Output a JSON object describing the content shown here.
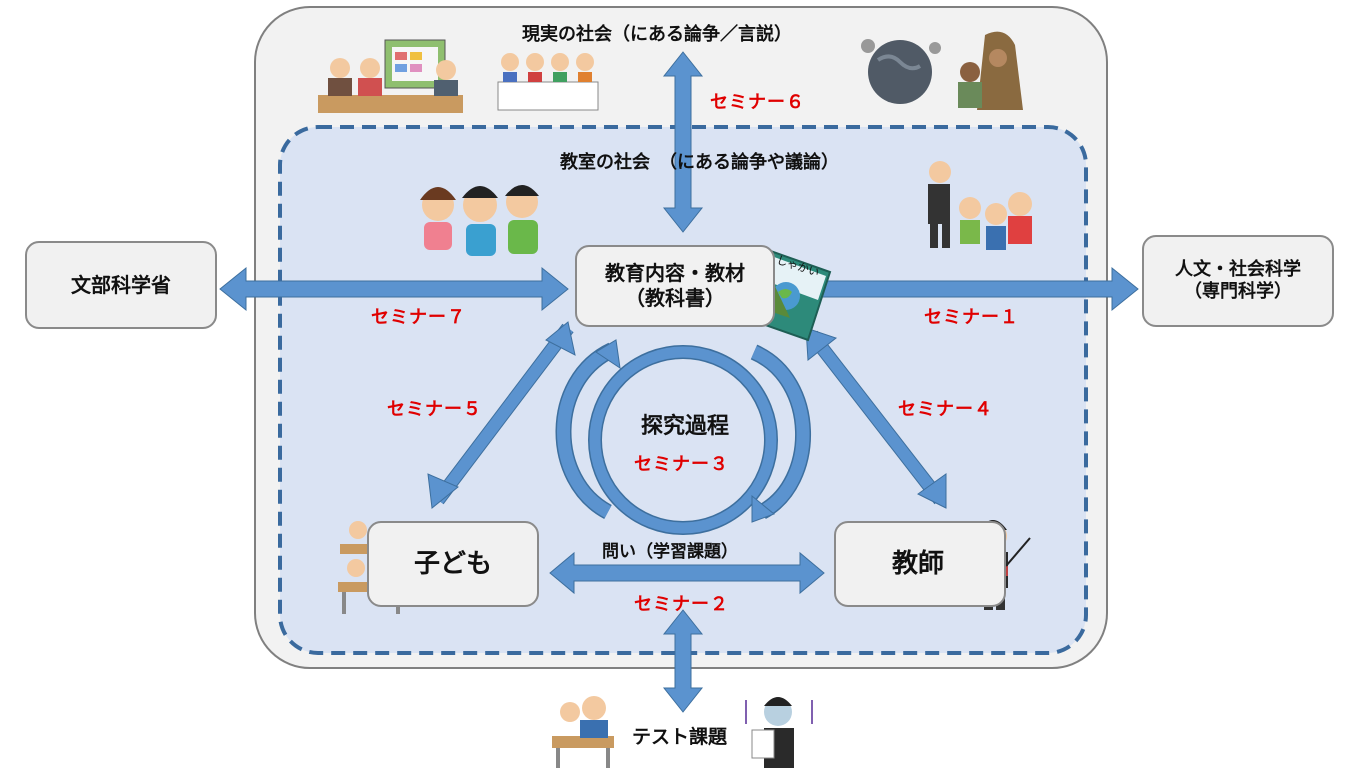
{
  "outer": {
    "title": "現実の社会（にある論争／言説）"
  },
  "inner": {
    "title": "教室の社会　（にある論争や議論）"
  },
  "boxes": {
    "ministry": "文部科学省",
    "materials_line1": "教育内容・教材",
    "materials_line2": "（教科書）",
    "humanities_line1": "人文・社会科学",
    "humanities_line2": "（専門科学）",
    "children": "子ども",
    "teacher": "教師"
  },
  "labels": {
    "inquiry": "探究過程",
    "question": "問い（学習課題）",
    "test": "テスト課題",
    "textbook_cover": "しゃかい"
  },
  "seminars": {
    "s1": "セミナー１",
    "s2": "セミナー２",
    "s3": "セミナー３",
    "s4": "セミナー４",
    "s5": "セミナー５",
    "s6": "セミナー６",
    "s7": "セミナー７"
  },
  "colors": {
    "arrow": "#5b93cf",
    "arrow_outline": "#3d6f9e",
    "inner_fill": "#dae3f3",
    "inner_border": "#3a6a9e",
    "outer_fill": "#f2f2f2",
    "outer_border": "#808080",
    "seminar_text": "#e00000"
  }
}
